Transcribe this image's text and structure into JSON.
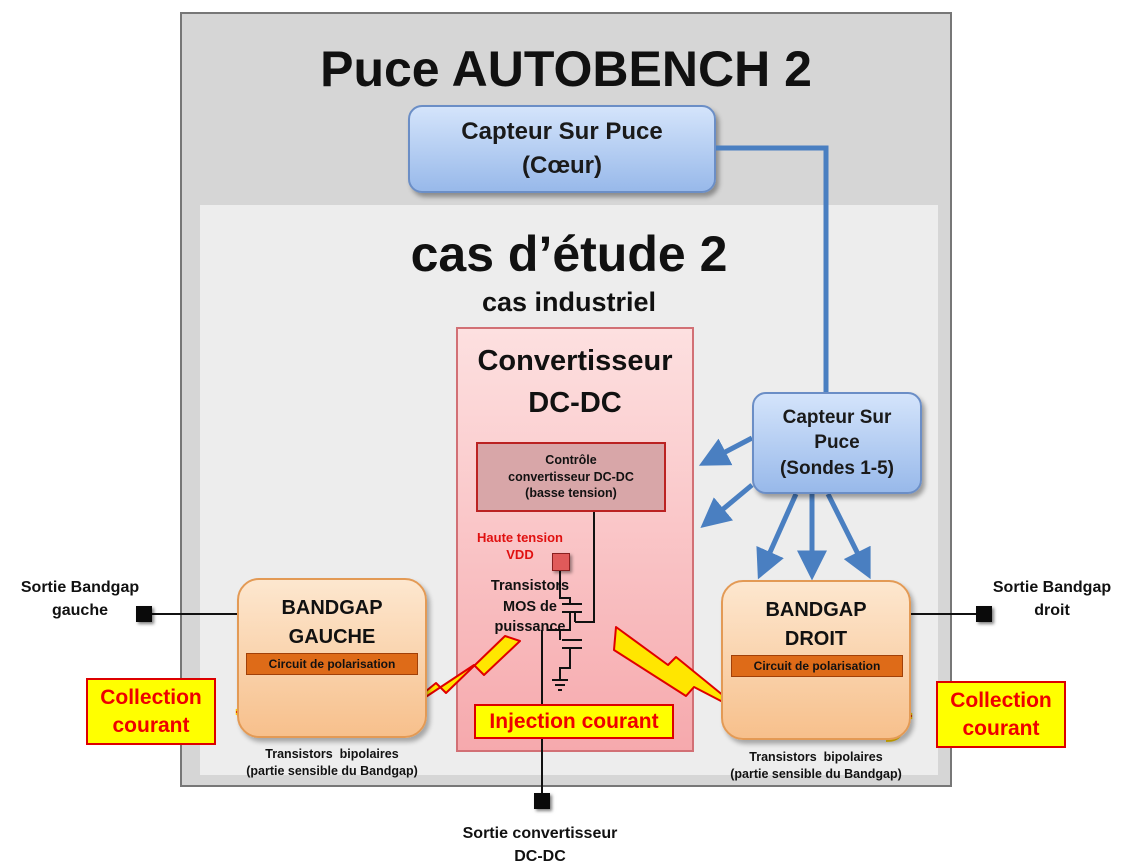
{
  "chip": {
    "title": "Puce AUTOBENCH 2",
    "sensor_core": {
      "line1": "Capteur Sur Puce",
      "line2": "(Cœur)"
    }
  },
  "study": {
    "title": "cas d’étude 2",
    "subtitle": "cas industriel"
  },
  "converter": {
    "title_line1": "Convertisseur",
    "title_line2": "DC-DC",
    "control": {
      "line1": "Contrôle",
      "line2": "convertisseur DC-DC",
      "line3": "(basse tension)"
    },
    "high_voltage": {
      "line1": "Haute tension",
      "line2": "VDD"
    },
    "mos": {
      "line1": "Transistors",
      "line2": "MOS de",
      "line3": "puissance"
    },
    "injection": "Injection courant"
  },
  "sensor_probes": {
    "line1": "Capteur Sur",
    "line2": "Puce",
    "line3": "(Sondes 1-5)"
  },
  "bandgap_left": {
    "title_line1": "BANDGAP",
    "title_line2": "GAUCHE",
    "bias": "Circuit de polarisation",
    "transistors_line1": "Transistors  bipolaires",
    "transistors_line2": "(partie sensible du Bandgap)"
  },
  "bandgap_right": {
    "title_line1": "BANDGAP",
    "title_line2": "DROIT",
    "bias": "Circuit de polarisation",
    "transistors_line1": "Transistors  bipolaires",
    "transistors_line2": "(partie sensible du Bandgap)"
  },
  "collection_left": {
    "line1": "Collection",
    "line2": "courant"
  },
  "collection_right": {
    "line1": "Collection",
    "line2": "courant"
  },
  "outputs": {
    "left": {
      "line1": "Sortie Bandgap",
      "line2": "gauche"
    },
    "right": {
      "line1": "Sortie Bandgap",
      "line2": "droit"
    },
    "converter": {
      "line1": "Sortie convertisseur",
      "line2": "DC-DC"
    }
  },
  "colors": {
    "blue_link": "#4a7fc1",
    "lightning": "#ffe600",
    "lightning_outline": "#e00000"
  }
}
